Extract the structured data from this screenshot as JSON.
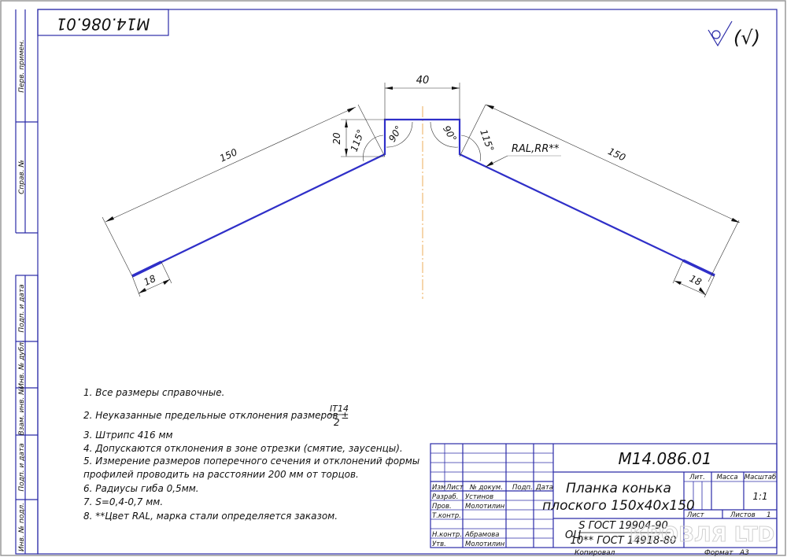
{
  "document": {
    "designation": "М14.086.01",
    "designation_rotated": "М14.086.01",
    "title_line1": "Планка конька",
    "title_line2": "плоского 150х40х150",
    "material_prefix": "ОЦ",
    "material_top": "S ГОСТ 19904-90",
    "material_bottom": "10** ГОСТ 14918-80",
    "roughness_symbol": "(√)"
  },
  "side_strip": {
    "labels": [
      "Перв. примен.",
      "Справ. №",
      "Подп. и дата",
      "Инв. № дубл.",
      "Взам. инв. №",
      "Подп. и дата",
      "Инв. № подл."
    ]
  },
  "drawing": {
    "dimensions": {
      "top_width": "40",
      "left_length": "150",
      "right_length": "150",
      "left_hem": "18",
      "right_hem": "18",
      "height": "20",
      "angle_left_outer": "115°",
      "angle_left_inner": "90°",
      "angle_right_inner": "90°",
      "angle_right_outer": "115°"
    },
    "callout": "RAL,RR**"
  },
  "notes": [
    "1. Все размеры справочные.",
    "2. Неуказанные предельные отклонения размеров ±",
    "3. Штрипс 416 мм",
    "4. Допускаются отклонения в зоне отрезки (смятие, заусенцы).",
    "5. Измерение размеров поперечного сечения и отклонений формы",
    "профилей проводить на расстоянии 200 мм от торцов.",
    "6. Радиусы гиба 0,5мм.",
    "7. S=0,4-0,7 мм.",
    "8.  **Цвет RAL, марка стали определяется заказом."
  ],
  "tolerance_fraction": {
    "numerator": "IT14",
    "denominator": "2"
  },
  "title_block": {
    "headers": {
      "izm": "Изм",
      "list": "Лист",
      "doc_no": "№ докум.",
      "sign": "Подп.",
      "date": "Дата"
    },
    "roles": [
      {
        "role": "Разраб.",
        "name": "Устинов"
      },
      {
        "role": "Пров.",
        "name": "Молотилин"
      },
      {
        "role": "Т.контр.",
        "name": ""
      },
      {
        "role": "",
        "name": ""
      },
      {
        "role": "Н.контр.",
        "name": "Абрамова"
      },
      {
        "role": "Утв.",
        "name": "Молотилин"
      }
    ],
    "lit_label": "Лит.",
    "mass_label": "Масса",
    "scale_label": "Масштаб",
    "scale_value": "1:1",
    "sheet_label": "Лист",
    "sheets_label": "Листов",
    "sheets_value": "1",
    "copied_label": "Копировал",
    "format_label": "Формат",
    "format_value": "А3"
  },
  "watermark": "КРОВЛЯ LTD"
}
